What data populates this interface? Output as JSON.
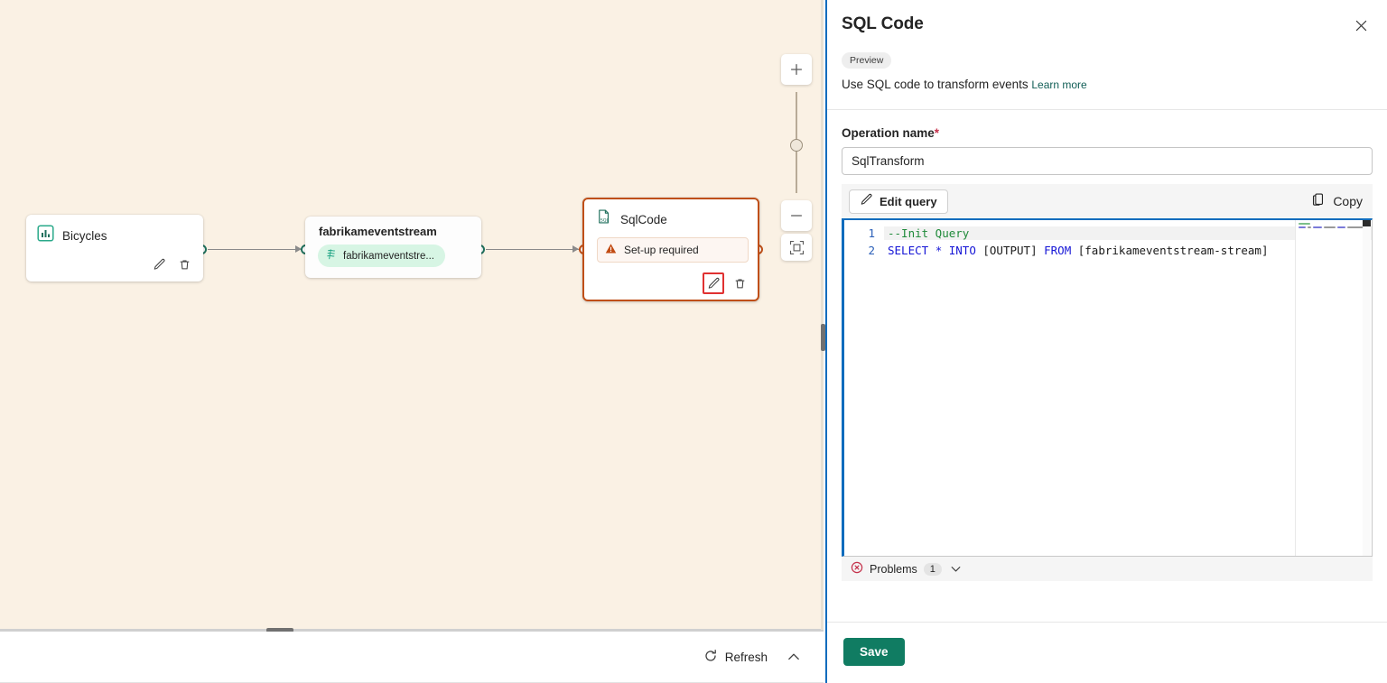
{
  "canvas": {
    "nodes": [
      {
        "id": "bicycles",
        "title": "Bicycles",
        "icon": "bar-chart-icon",
        "edit_tooltip": "Edit",
        "delete_tooltip": "Delete"
      },
      {
        "id": "fabrikameventstream",
        "title": "fabrikameventstream",
        "chip_label": "fabrikameventstre...",
        "chip_icon": "stream-icon"
      },
      {
        "id": "sqlcode",
        "title": "SqlCode",
        "icon": "sql-file-icon",
        "warning_label": "Set-up required",
        "warning_icon": "warning-triangle-icon",
        "state": "selected-error",
        "border_color": "#bf4f18",
        "highlight_color": "#e03131"
      }
    ],
    "zoom_controls": {
      "zoom_in_label": "+",
      "zoom_out_label": "−",
      "fit_label": "fit-to-screen"
    },
    "background_color": "#faf1e4",
    "port_color": "#1f6f5c"
  },
  "bottom_bar": {
    "refresh_label": "Refresh",
    "refresh_icon": "refresh-icon",
    "collapse_icon": "chevron-up-icon"
  },
  "panel": {
    "title": "SQL Code",
    "close_icon": "close-icon",
    "preview_badge": "Preview",
    "description": "Use SQL code to transform events",
    "learn_more": "Learn more",
    "operation_name": {
      "label": "Operation name",
      "required_marker": "*",
      "value": "SqlTransform"
    },
    "toolbar": {
      "edit_query_label": "Edit query",
      "edit_query_icon": "pencil-icon",
      "copy_label": "Copy",
      "copy_icon": "copy-icon"
    },
    "editor": {
      "lines": [
        {
          "no": "1",
          "text": "--Init Query"
        },
        {
          "no": "2",
          "text": "SELECT * INTO [OUTPUT] FROM [fabrikameventstream-stream]"
        }
      ],
      "accent_color": "#0f6cbd",
      "comment_color": "#1f8a3a",
      "keyword_color": "#1616d6"
    },
    "problems": {
      "label": "Problems",
      "count": "1",
      "icon": "error-circle-icon",
      "expand_icon": "chevron-down-icon"
    },
    "footer": {
      "save_label": "Save",
      "save_color": "#107c62"
    }
  }
}
